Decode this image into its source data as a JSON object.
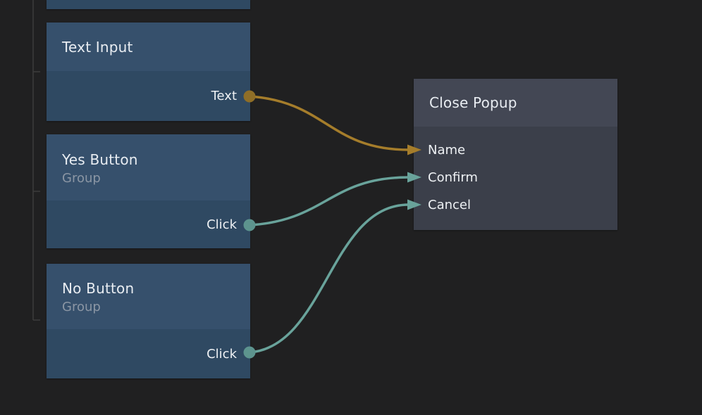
{
  "app": {
    "view": "node-graph-editor"
  },
  "colors": {
    "background": "#202021",
    "node_blue_header": "#36506c",
    "node_blue_body": "#2f4962",
    "node_gray_header": "#434754",
    "node_gray_body": "#3b3f4a",
    "title_text": "#e9edf2",
    "subtitle_text": "#8b96a4",
    "port_label_text": "#eef1f4",
    "string_wire": "#a57d2b",
    "string_port": "#8f6e27",
    "signal_wire": "#69a39b",
    "signal_port": "#5d948e",
    "hierarchy_line": "#3c3c3c"
  },
  "nodes": {
    "text_input": {
      "title": "Text Input",
      "outputs": [
        {
          "label": "Text",
          "type": "string"
        }
      ]
    },
    "yes_button": {
      "title": "Yes Button",
      "subtitle": "Group",
      "outputs": [
        {
          "label": "Click",
          "type": "signal"
        }
      ]
    },
    "no_button": {
      "title": "No Button",
      "subtitle": "Group",
      "outputs": [
        {
          "label": "Click",
          "type": "signal"
        }
      ]
    },
    "close_popup": {
      "title": "Close Popup",
      "inputs": [
        {
          "label": "Name"
        },
        {
          "label": "Confirm"
        },
        {
          "label": "Cancel"
        }
      ]
    }
  },
  "connections": [
    {
      "from": "Text Input.Text",
      "to": "Close Popup.Name",
      "type": "string",
      "color": "#a57d2b"
    },
    {
      "from": "Yes Button.Click",
      "to": "Close Popup.Confirm",
      "type": "signal",
      "color": "#69a39b"
    },
    {
      "from": "No Button.Click",
      "to": "Close Popup.Cancel",
      "type": "signal",
      "color": "#69a39b"
    }
  ]
}
